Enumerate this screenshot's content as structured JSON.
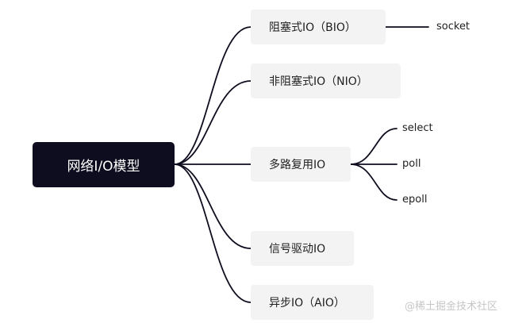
{
  "root": {
    "label": "网络I/O模型"
  },
  "children": [
    {
      "label": "阻塞式IO（BIO）",
      "leaves": [
        "socket"
      ]
    },
    {
      "label": "非阻塞式IO（NIO）",
      "leaves": []
    },
    {
      "label": "多路复用IO",
      "leaves": [
        "select",
        "poll",
        "epoll"
      ]
    },
    {
      "label": "信号驱动IO",
      "leaves": []
    },
    {
      "label": "异步IO（AIO）",
      "leaves": []
    }
  ],
  "watermark": "@稀土掘金技术社区",
  "colors": {
    "root_fill": "#0e0d1f",
    "child_fill": "#f3f3f4",
    "edge": "#0e0d1f"
  }
}
